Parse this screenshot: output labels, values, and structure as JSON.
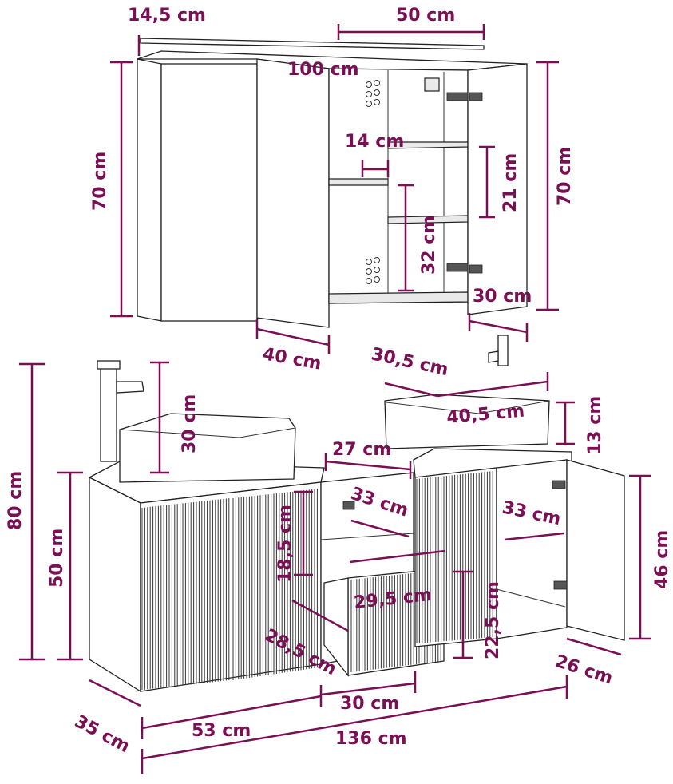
{
  "diagram": {
    "label_color": "#7a0f55",
    "mirror_cabinet": {
      "depth": "14,5 cm",
      "door_width": "50 cm",
      "total_width": "100 cm",
      "height_left": "70 cm",
      "height_right": "70 cm",
      "shelf_depth": "14 cm",
      "shelf_gap_upper": "21 cm",
      "shelf_gap_lower": "32 cm",
      "door_open_left": "40 cm",
      "door_open_right": "30 cm"
    },
    "vanity": {
      "total_height": "80 cm",
      "cabinet_height": "50 cm",
      "basin_left_height": "30 cm",
      "basin_right_depth": "30,5 cm",
      "basin_right_width": "40,5 cm",
      "basin_right_height": "13 cm",
      "middle_width": "27 cm",
      "middle_depth": "33 cm",
      "right_inner_depth": "33 cm",
      "middle_upper_height": "18,5 cm",
      "drawer_width": "29,5 cm",
      "drawer_depth": "28,5 cm",
      "drawer_height": "22,5 cm",
      "right_door_height": "46 cm",
      "right_door_depth": "26 cm",
      "depth": "35 cm",
      "left_width": "53 cm",
      "middle_bottom_width": "30 cm",
      "total_width": "136 cm"
    }
  }
}
